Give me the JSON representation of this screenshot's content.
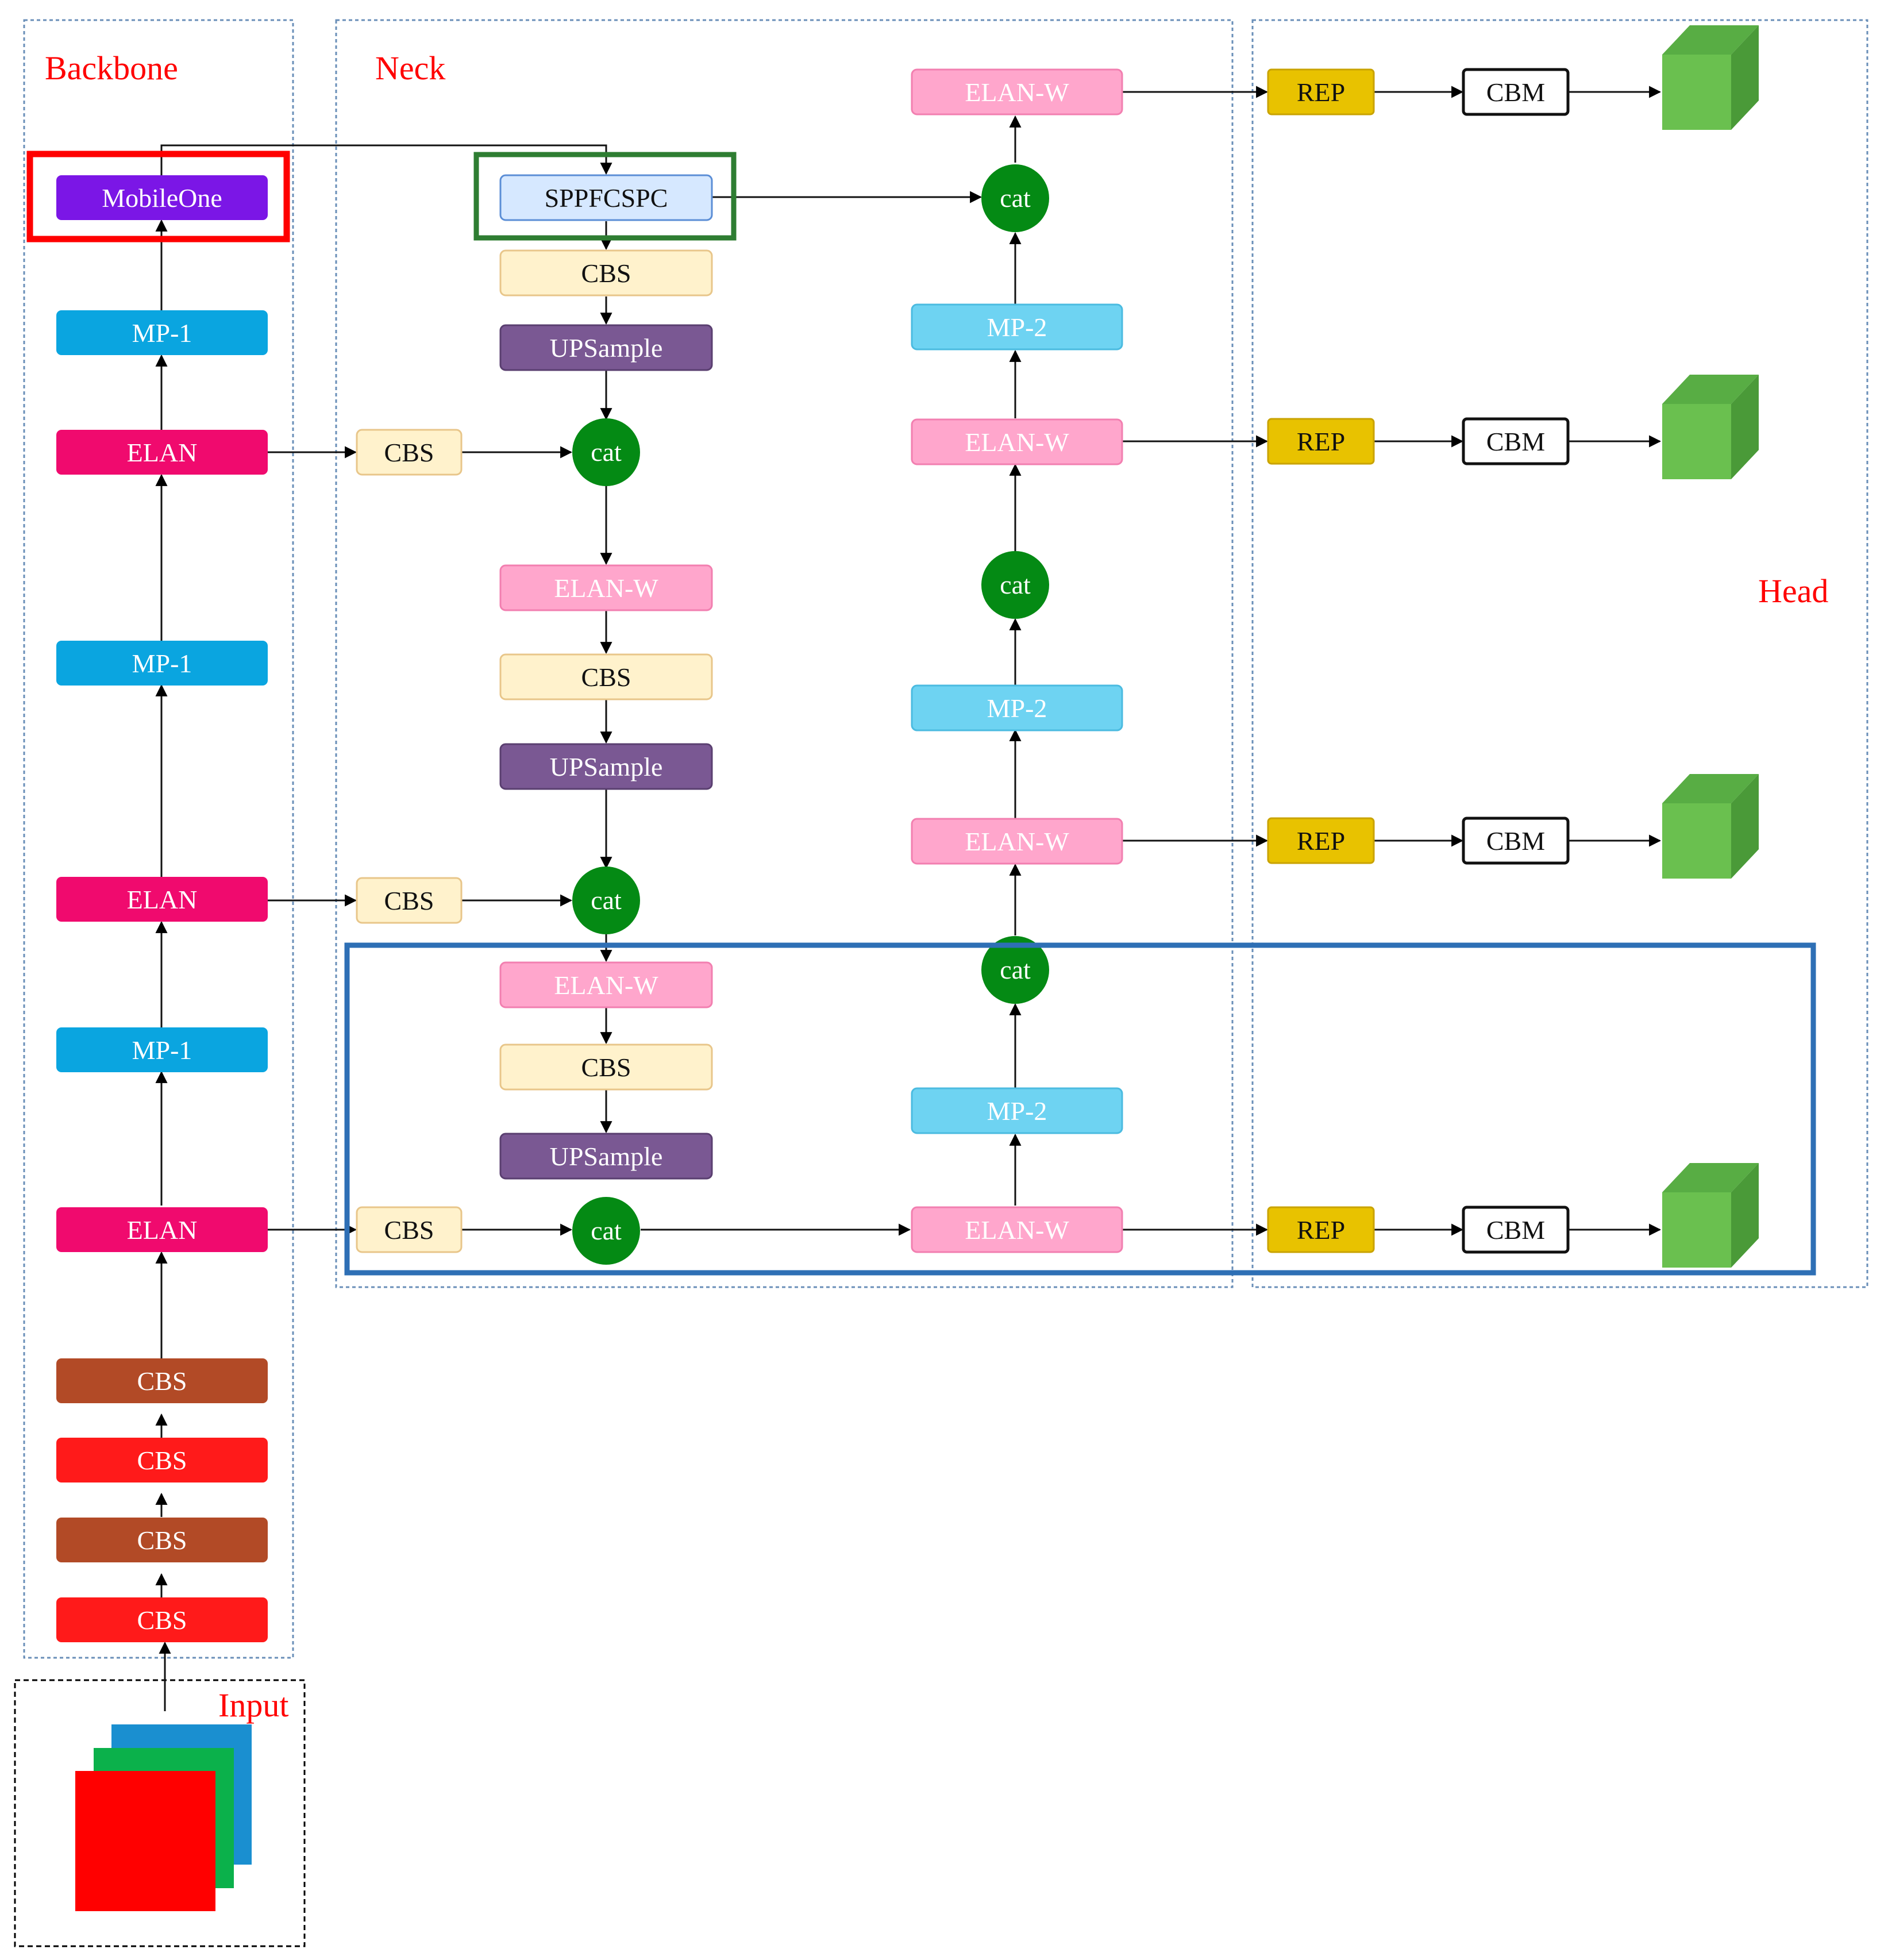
{
  "labels": {
    "backbone": "Backbone",
    "neck": "Neck",
    "head": "Head",
    "input": "Input"
  },
  "backbone": {
    "mobileone": "MobileOne",
    "mp1_top": "MP-1",
    "elan_1": "ELAN",
    "mp1_mid": "MP-1",
    "elan_2": "ELAN",
    "mp1_low": "MP-1",
    "elan_3": "ELAN",
    "cbs_1": "CBS",
    "cbs_2": "CBS",
    "cbs_3": "CBS",
    "cbs_4": "CBS"
  },
  "neck": {
    "sppfcspc": "SPPFCSPC",
    "cbs_a": "CBS",
    "upsample_a": "UPSample",
    "side_cbs_1": "CBS",
    "cat_1": "cat",
    "elanw_1": "ELAN-W",
    "cbs_b": "CBS",
    "upsample_b": "UPSample",
    "side_cbs_2": "CBS",
    "cat_2": "cat",
    "elanw_2": "ELAN-W",
    "cbs_c": "CBS",
    "upsample_c": "UPSample",
    "side_cbs_3": "CBS",
    "cat_3": "cat",
    "right_elanw_top": "ELAN-W",
    "right_cat_top": "cat",
    "right_mp2_1": "MP-2",
    "right_elanw_2": "ELAN-W",
    "right_cat_2": "cat",
    "right_mp2_2": "MP-2",
    "right_elanw_3": "ELAN-W",
    "right_cat_3": "cat",
    "right_mp2_3": "MP-2",
    "right_elanw_bottom": "ELAN-W"
  },
  "head": {
    "rep_1": "REP",
    "cbm_1": "CBM",
    "rep_2": "REP",
    "cbm_2": "CBM",
    "rep_3": "REP",
    "cbm_3": "CBM",
    "rep_4": "REP",
    "cbm_4": "CBM"
  },
  "colors": {
    "mobileone": "#7b16e6",
    "mp1": "#0aa5e0",
    "elan": "#f00a6e",
    "cbs_brown": "#b24a26",
    "cbs_red": "#ff1a1a",
    "cbs_cream": "#fff2cc",
    "cbs_cream_border": "#e8c68a",
    "sppfcspc": "#d6e8ff",
    "upsample": "#7a5893",
    "elanw": "#ffa6cc",
    "mp2": "#6ed3f2",
    "cat": "#048a14",
    "rep": "#e8c200",
    "cbm": "#ffffff",
    "cube_front": "#6ac04f",
    "cube_top": "#58ad44",
    "cube_side": "#4a9a38",
    "highlight_red": "#ff0000",
    "highlight_green": "#2e7d32",
    "highlight_blue": "#2e6fb5",
    "section_label": "#ff0000"
  }
}
